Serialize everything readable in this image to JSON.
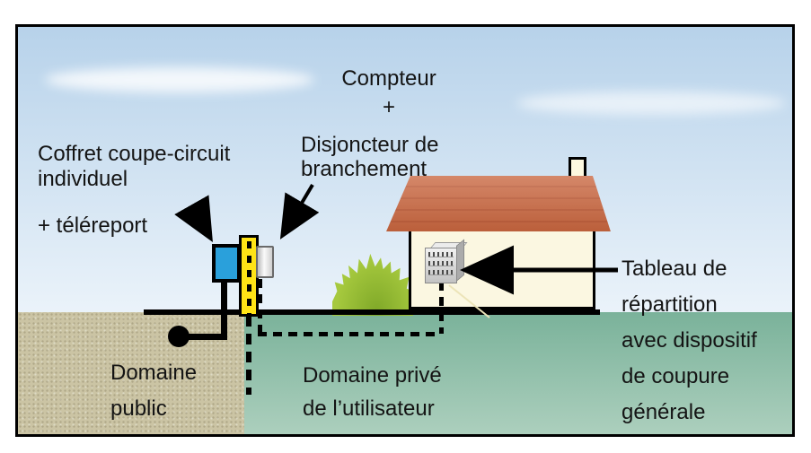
{
  "labels": {
    "meter": {
      "title": "Compteur",
      "plus": "+",
      "sub1": "Disjoncteur de",
      "sub2": "branchement"
    },
    "coffret": {
      "l1": "Coffret coupe-circuit",
      "l2": "individuel",
      "l3": "+ téléreport"
    },
    "tableau": {
      "l1": "Tableau de",
      "l2": "répartition",
      "l3": "avec dispositif",
      "l4": "de coupure",
      "l5": "générale"
    },
    "domaine_public": {
      "l1": "Domaine",
      "l2": "public"
    },
    "domaine_prive": {
      "l1": "Domaine privé",
      "l2": "de l’utilisateur"
    }
  },
  "colors": {
    "sky_top": "#b7d2ea",
    "sky_bottom": "#eef5fb",
    "cloud": "#ffffff",
    "public_ground": "#cbc4a4",
    "private_ground_top": "#7ab29a",
    "private_ground_bottom": "#accfbd",
    "roof": "#c9663f",
    "roof_stripe": "#bd5a36",
    "wall": "#fbf7e1",
    "chimney": "#fdf8e0",
    "pole_yellow": "#ffe316",
    "service_box_blue": "#2aa0db",
    "bush_green": "#a6c93e",
    "bush_dark": "#7fa828"
  }
}
